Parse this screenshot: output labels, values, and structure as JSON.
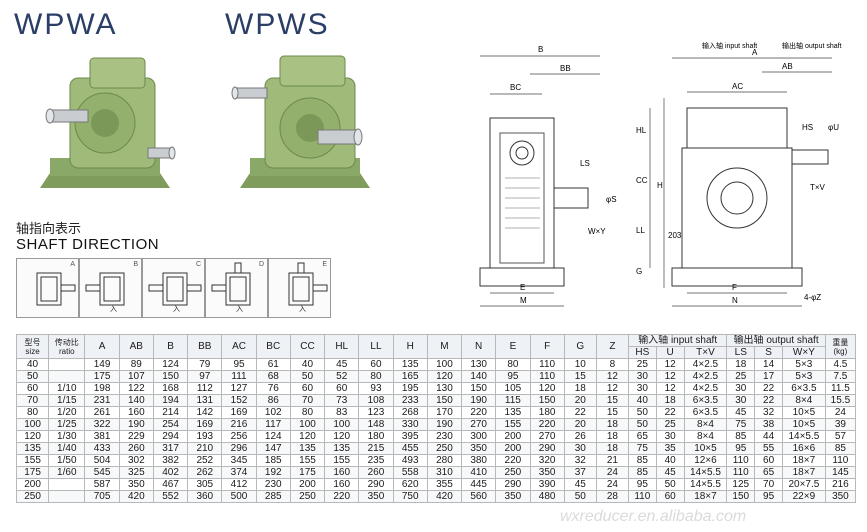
{
  "titles": {
    "left": "WPWA",
    "right": "WPWS"
  },
  "shaft_direction": {
    "cn": "轴指向表示",
    "en": "SHAFT DIRECTION"
  },
  "direction_boxes": [
    "A",
    "B",
    "C",
    "D",
    "E"
  ],
  "direction_arrow_label": "入",
  "drawing_labels": {
    "B": "B",
    "BB": "BB",
    "BC": "BC",
    "LS": "LS",
    "phiS": "φS",
    "WxY": "W×Y",
    "E": "E",
    "M": "M",
    "input_shaft": "输入轴 input shaft",
    "output_shaft": "输出轴 output shaft",
    "A": "A",
    "AB": "AB",
    "AC": "AC",
    "HS": "HS",
    "phiU": "φU",
    "TxV": "T×V",
    "HL": "HL",
    "CC": "CC",
    "H": "H",
    "LL": "LL",
    "G": "G",
    "dim203": "203",
    "F": "F",
    "N": "N",
    "holes": "4-φZ"
  },
  "table": {
    "model_label": "型号",
    "model_sub": "size",
    "ratio_label": "传动比",
    "ratio_sub": "ratio",
    "cols": [
      "A",
      "AB",
      "B",
      "BB",
      "AC",
      "BC",
      "CC",
      "HL",
      "LL",
      "H",
      "M",
      "N",
      "E",
      "F",
      "G",
      "Z"
    ],
    "input_group": "输入轴 input shaft",
    "output_group": "输出轴 output shaft",
    "weight_label": "重量",
    "weight_sub": "(kg)",
    "input_cols": [
      "HS",
      "U",
      "T×V"
    ],
    "output_cols": [
      "LS",
      "S",
      "W×Y"
    ],
    "rows": [
      [
        "40",
        "",
        "149",
        "89",
        "124",
        "79",
        "95",
        "61",
        "40",
        "45",
        "60",
        "135",
        "100",
        "130",
        "80",
        "110",
        "10",
        "8",
        "25",
        "12",
        "4×2.5",
        "18",
        "14",
        "5×3",
        "4.5"
      ],
      [
        "50",
        "",
        "175",
        "107",
        "150",
        "97",
        "111",
        "68",
        "50",
        "52",
        "80",
        "165",
        "120",
        "140",
        "95",
        "110",
        "15",
        "12",
        "30",
        "12",
        "4×2.5",
        "25",
        "17",
        "5×3",
        "7.5"
      ],
      [
        "60",
        "1/10",
        "198",
        "122",
        "168",
        "112",
        "127",
        "76",
        "60",
        "60",
        "93",
        "195",
        "130",
        "150",
        "105",
        "120",
        "18",
        "12",
        "30",
        "12",
        "4×2.5",
        "30",
        "22",
        "6×3.5",
        "11.5"
      ],
      [
        "70",
        "1/15",
        "231",
        "140",
        "194",
        "131",
        "152",
        "86",
        "70",
        "73",
        "108",
        "233",
        "150",
        "190",
        "115",
        "150",
        "20",
        "15",
        "40",
        "18",
        "6×3.5",
        "30",
        "22",
        "8×4",
        "15.5"
      ],
      [
        "80",
        "1/20",
        "261",
        "160",
        "214",
        "142",
        "169",
        "102",
        "80",
        "83",
        "123",
        "268",
        "170",
        "220",
        "135",
        "180",
        "22",
        "15",
        "50",
        "22",
        "6×3.5",
        "45",
        "32",
        "10×5",
        "24"
      ],
      [
        "100",
        "1/25",
        "322",
        "190",
        "254",
        "169",
        "216",
        "117",
        "100",
        "100",
        "148",
        "330",
        "190",
        "270",
        "155",
        "220",
        "20",
        "18",
        "50",
        "25",
        "8×4",
        "75",
        "38",
        "10×5",
        "39"
      ],
      [
        "120",
        "1/30",
        "381",
        "229",
        "294",
        "193",
        "256",
        "124",
        "120",
        "120",
        "180",
        "395",
        "230",
        "300",
        "200",
        "270",
        "26",
        "18",
        "65",
        "30",
        "8×4",
        "85",
        "44",
        "14×5.5",
        "57"
      ],
      [
        "135",
        "1/40",
        "433",
        "260",
        "317",
        "210",
        "296",
        "147",
        "135",
        "135",
        "215",
        "455",
        "250",
        "350",
        "200",
        "290",
        "30",
        "18",
        "75",
        "35",
        "10×5",
        "95",
        "55",
        "16×6",
        "85"
      ],
      [
        "155",
        "1/50",
        "504",
        "302",
        "382",
        "252",
        "345",
        "185",
        "155",
        "155",
        "235",
        "493",
        "280",
        "380",
        "220",
        "320",
        "32",
        "21",
        "85",
        "40",
        "12×6",
        "110",
        "60",
        "18×7",
        "110"
      ],
      [
        "175",
        "1/60",
        "545",
        "325",
        "402",
        "262",
        "374",
        "192",
        "175",
        "160",
        "260",
        "558",
        "310",
        "410",
        "250",
        "350",
        "37",
        "24",
        "85",
        "45",
        "14×5.5",
        "110",
        "65",
        "18×7",
        "145"
      ],
      [
        "200",
        "",
        "587",
        "350",
        "467",
        "305",
        "412",
        "230",
        "200",
        "160",
        "290",
        "620",
        "355",
        "445",
        "290",
        "390",
        "45",
        "24",
        "95",
        "50",
        "14×5.5",
        "125",
        "70",
        "20×7.5",
        "216"
      ],
      [
        "250",
        "",
        "705",
        "420",
        "552",
        "360",
        "500",
        "285",
        "250",
        "220",
        "350",
        "750",
        "420",
        "560",
        "350",
        "480",
        "50",
        "28",
        "110",
        "60",
        "18×7",
        "150",
        "95",
        "22×9",
        "350"
      ]
    ]
  },
  "colors": {
    "gear_green": "#9fba79",
    "title_blue": "#2b3e66"
  },
  "watermark": "wxreducer.en.alibaba.com"
}
